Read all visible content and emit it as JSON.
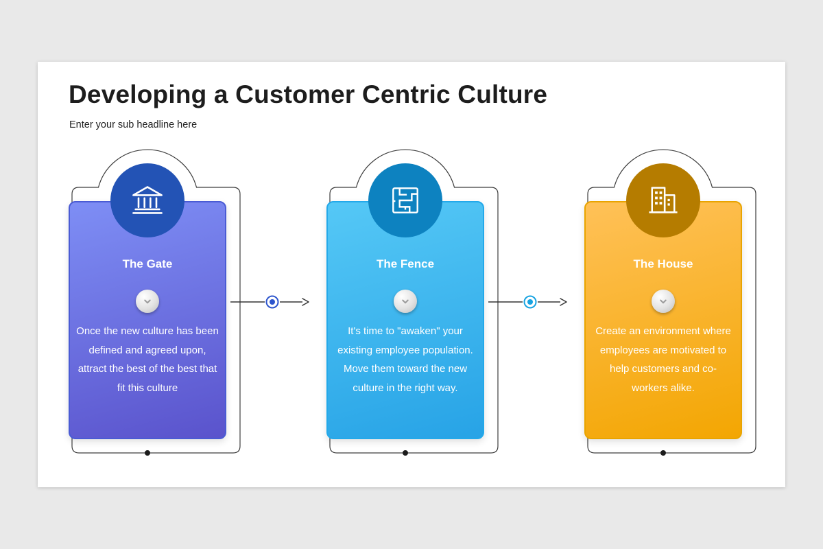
{
  "slide": {
    "title": "Developing a Customer Centric Culture",
    "subtitle": "Enter your sub headline here"
  },
  "cards": [
    {
      "title": "The Gate",
      "body": "Once the new culture has been defined and agreed upon, attract the best of the best that fit this culture",
      "icon": "bank-icon",
      "circle_color": "#2353b5",
      "border_color": "#4a5bd4",
      "gradient_top": "#7e8ef5",
      "gradient_bottom": "#5a53cc"
    },
    {
      "title": "The Fence",
      "body": "It's time to \"awaken\" your existing employee population. Move them toward the new culture in the right way.",
      "icon": "maze-icon",
      "circle_color": "#0d82c0",
      "border_color": "#23a9ea",
      "gradient_top": "#55c8f6",
      "gradient_bottom": "#27a3e6"
    },
    {
      "title": "The House",
      "body": "Create an environment where employees are motivated to help customers and co-workers alike.",
      "icon": "buildings-icon",
      "circle_color": "#b57c00",
      "border_color": "#e9a400",
      "gradient_top": "#ffc158",
      "gradient_bottom": "#f3a602"
    }
  ],
  "connectors": [
    {
      "color": "#2d55cd"
    },
    {
      "color": "#17a3e1"
    }
  ]
}
